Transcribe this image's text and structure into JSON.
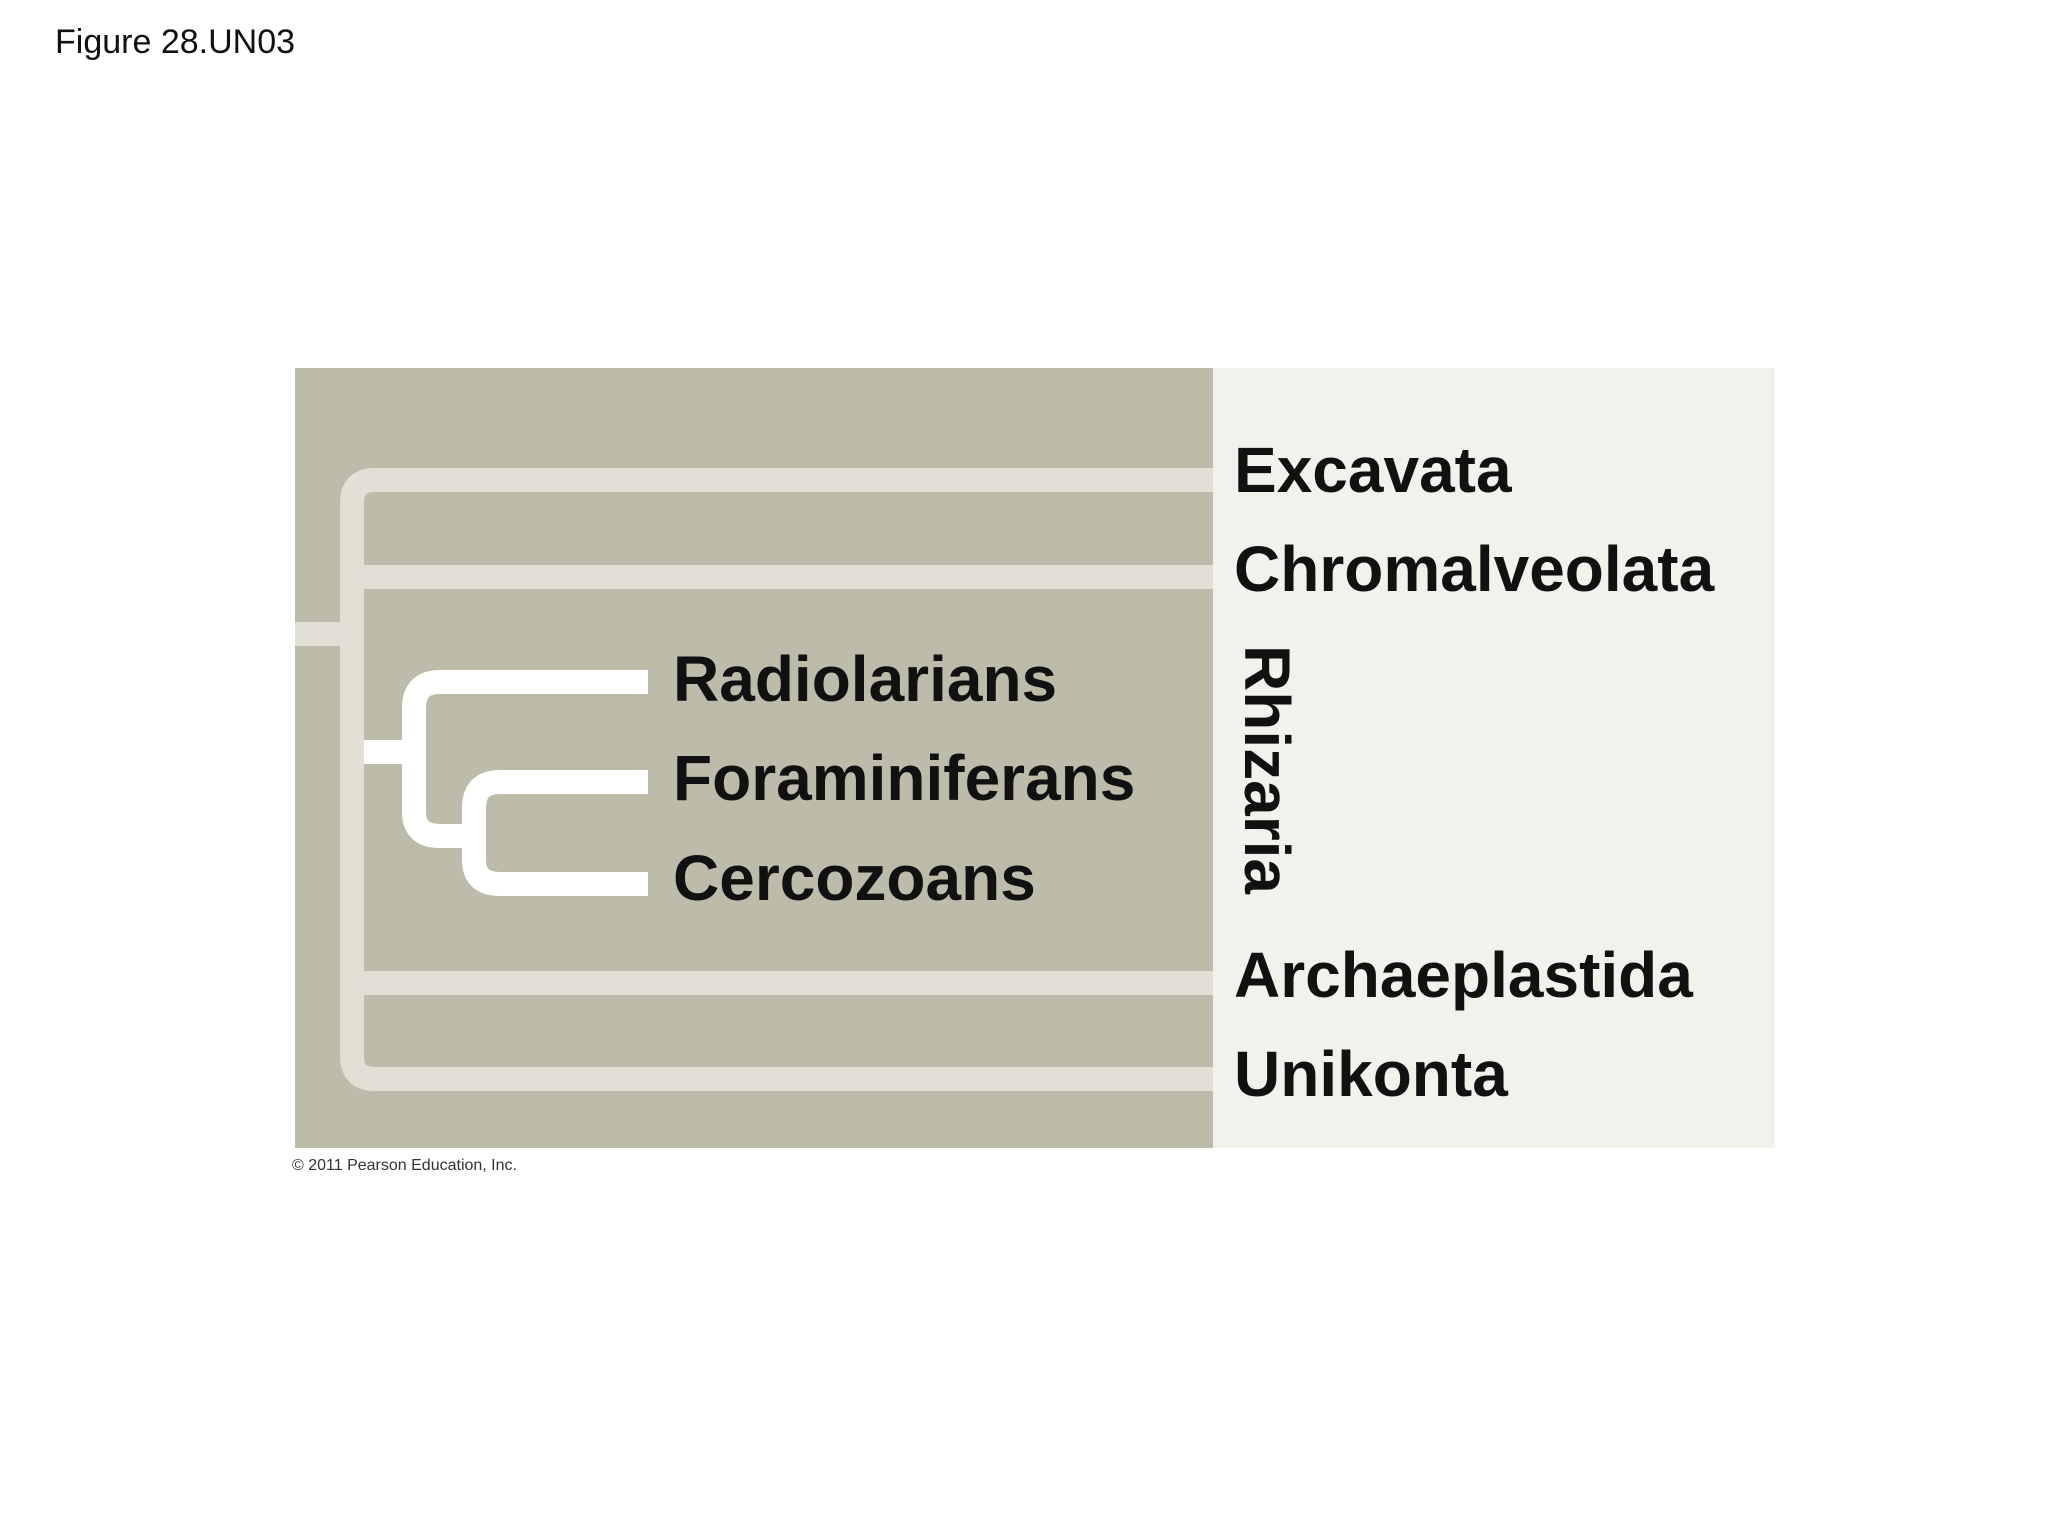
{
  "figure_label": "Figure 28.UN03",
  "copyright": "© 2011 Pearson Education, Inc.",
  "colors": {
    "dark_panel": "#bdbcaa",
    "light_panel": "#f2f1ec",
    "outer_branch": "#e2e0d4",
    "inner_branch": "#ffffff",
    "text": "#111111"
  },
  "clades": {
    "excavata": "Excavata",
    "chromalveolata": "Chromalveolata",
    "rhizaria": "Rhizaria",
    "archaeplastida": "Archaeplastida",
    "unikonta": "Unikonta"
  },
  "rhizaria_members": {
    "radiolarians": "Radiolarians",
    "foraminiferans": "Foraminiferans",
    "cercozoans": "Cercozoans"
  }
}
